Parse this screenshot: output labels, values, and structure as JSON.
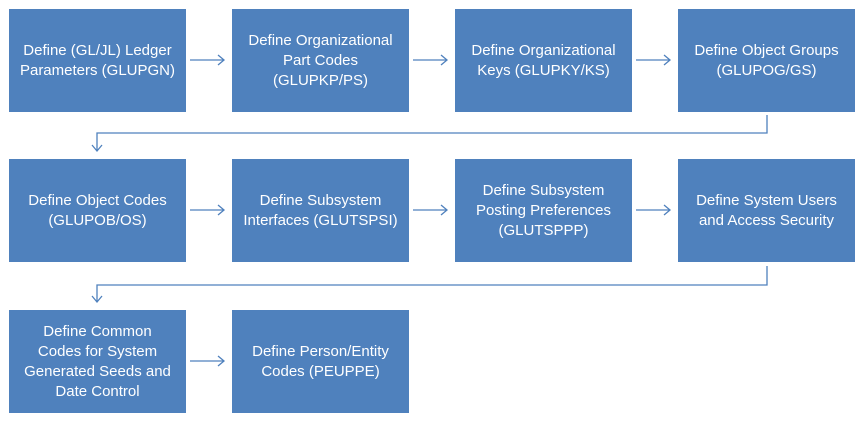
{
  "diagram": {
    "box_color": "#4f81bd",
    "text_color": "#ffffff",
    "connector_color": "#4f81bd",
    "steps": [
      {
        "label": "Define (GL/JL) Ledger\nParameters (GLUPGN)"
      },
      {
        "label": "Define Organizational\nPart Codes\n(GLUPKP/PS)"
      },
      {
        "label": "Define Organizational\nKeys (GLUPKY/KS)"
      },
      {
        "label": "Define Object Groups\n(GLUPOG/GS)"
      },
      {
        "label": "Define Object Codes\n(GLUPOB/OS)"
      },
      {
        "label": "Define Subsystem\nInterfaces (GLUTSPSI)"
      },
      {
        "label": "Define Subsystem\nPosting Preferences\n(GLUTSPPP)"
      },
      {
        "label": "Define System Users\nand Access Security"
      },
      {
        "label": "Define Common\nCodes  for  System\nGenerated Seeds and\nDate Control"
      },
      {
        "label": "Define Person/Entity\nCodes (PEUPPE)"
      }
    ]
  }
}
